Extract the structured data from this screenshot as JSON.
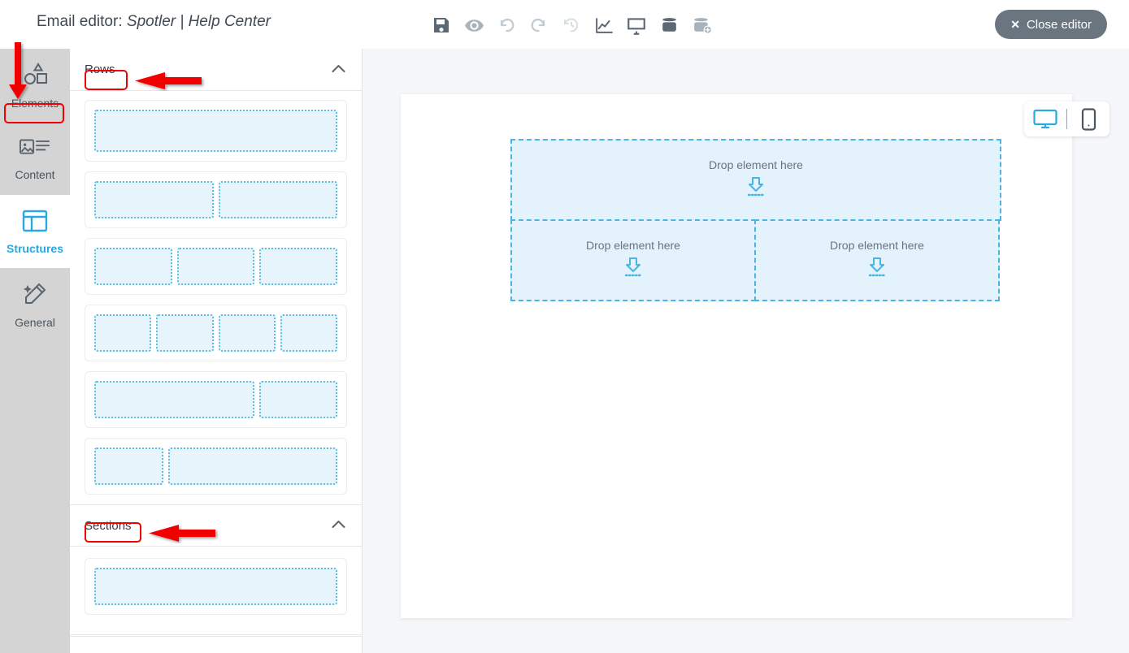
{
  "header": {
    "title_prefix": "Email editor:",
    "title_doc": "Spotler | Help Center",
    "close_label": "Close editor",
    "close_icon": "close-x-icon"
  },
  "toolbar": {
    "buttons": [
      {
        "name": "save-icon",
        "title": "Save"
      },
      {
        "name": "preview-eye-icon",
        "title": "Preview"
      },
      {
        "name": "undo-icon",
        "title": "Undo"
      },
      {
        "name": "redo-icon",
        "title": "Redo"
      },
      {
        "name": "history-clock-icon",
        "title": "Version history"
      },
      {
        "name": "analytics-chart-icon",
        "title": "Analytics"
      },
      {
        "name": "source-code-icon",
        "title": "Source code"
      },
      {
        "name": "block-icon",
        "title": "Blocks"
      },
      {
        "name": "add-block-icon",
        "title": "Add block"
      }
    ]
  },
  "sidebar": {
    "items": [
      {
        "label": "Elements",
        "icon": "shapes-icon",
        "active": false
      },
      {
        "label": "Content",
        "icon": "image-text-icon",
        "active": false
      },
      {
        "label": "Structures",
        "icon": "layout-icon",
        "active": true
      },
      {
        "label": "General",
        "icon": "magic-pencil-icon",
        "active": false
      }
    ]
  },
  "panel": {
    "sections": [
      {
        "title": "Rows",
        "collapse_icon": "chevron-up-icon"
      },
      {
        "title": "Sections",
        "collapse_icon": "chevron-up-icon"
      }
    ],
    "row_templates": [
      {
        "name": "row-1-column",
        "cols": [
          1
        ]
      },
      {
        "name": "row-2-columns",
        "cols": [
          1,
          1
        ]
      },
      {
        "name": "row-3-columns",
        "cols": [
          1,
          1,
          1
        ]
      },
      {
        "name": "row-4-columns",
        "cols": [
          1,
          1,
          1,
          1
        ]
      },
      {
        "name": "row-2-3-plus-1-3",
        "cols": [
          2.1,
          1
        ]
      },
      {
        "name": "row-1-3-plus-2-3",
        "cols": [
          1,
          2.5
        ]
      }
    ],
    "section_templates": [
      {
        "name": "section-1-column",
        "cols": [
          1
        ]
      }
    ]
  },
  "canvas": {
    "device_toggle": {
      "desktop": {
        "icon": "desktop-monitor-icon",
        "active": true
      },
      "mobile": {
        "icon": "mobile-phone-icon",
        "active": false
      }
    },
    "drop_zones": [
      {
        "label": "Drop element here",
        "icon": "drop-arrow-icon",
        "span": "full"
      },
      {
        "label": "Drop element here",
        "icon": "drop-arrow-icon",
        "span": "half"
      },
      {
        "label": "Drop element here",
        "icon": "drop-arrow-icon",
        "span": "half"
      }
    ]
  },
  "annotations": {
    "color": "#f20000",
    "boxes": [
      {
        "name": "callout-elements"
      },
      {
        "name": "callout-rows"
      },
      {
        "name": "callout-sections"
      }
    ],
    "arrows": [
      {
        "name": "arrow-to-elements",
        "direction": "down"
      },
      {
        "name": "arrow-to-rows",
        "direction": "left"
      },
      {
        "name": "arrow-to-sections",
        "direction": "left"
      }
    ]
  },
  "colors": {
    "accent_blue": "#29a9e1",
    "drop_blue": "#4ab4e6",
    "drop_fill": "#e3f2fb",
    "annotation_red": "#f20000",
    "rail_gray": "#d4d4d4",
    "canvas_bg": "#f5f7fa"
  }
}
